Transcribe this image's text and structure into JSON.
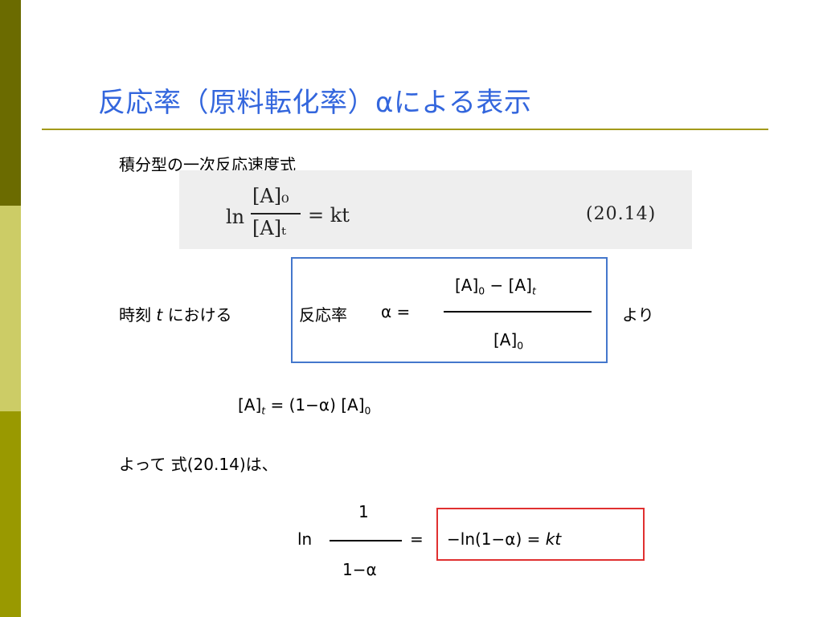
{
  "slide": {
    "title": "反応率（原料転化率）αによる表示",
    "colors": {
      "title": "#3366dd",
      "rule": "#a39a1a",
      "blue_box": "#4477cc",
      "red_box": "#e03030"
    }
  },
  "section1": {
    "heading": "積分型の一次反応速度式"
  },
  "scan_equation": {
    "ln": "ln",
    "numerator": "[A]₀",
    "denominator": "[A]ₜ",
    "rhs": "= kt",
    "equation_number": "(20.14)"
  },
  "conversion": {
    "lead": "時刻",
    "var_t": "t",
    "lead_after": "における",
    "label": "反応率",
    "alpha_eq": "α =",
    "numerator_a": "[A]",
    "numerator_sub0": "0",
    "numerator_minus": " − ",
    "numerator_b": "[A]",
    "numerator_subt": "t",
    "denominator": "[A]",
    "denominator_sub0": "0",
    "trailer": "より"
  },
  "relation": {
    "lhs": "[A]",
    "lhs_sub": "t",
    "rhs": " = (1−α) [A]",
    "rhs_sub": "0"
  },
  "therefore": {
    "text": "よって 式(20.14)は、"
  },
  "result": {
    "ln": "ln",
    "numerator": "1",
    "denominator": "1−α",
    "eq": "=",
    "boxed": "−ln(1−α) = ",
    "kt": "kt"
  }
}
